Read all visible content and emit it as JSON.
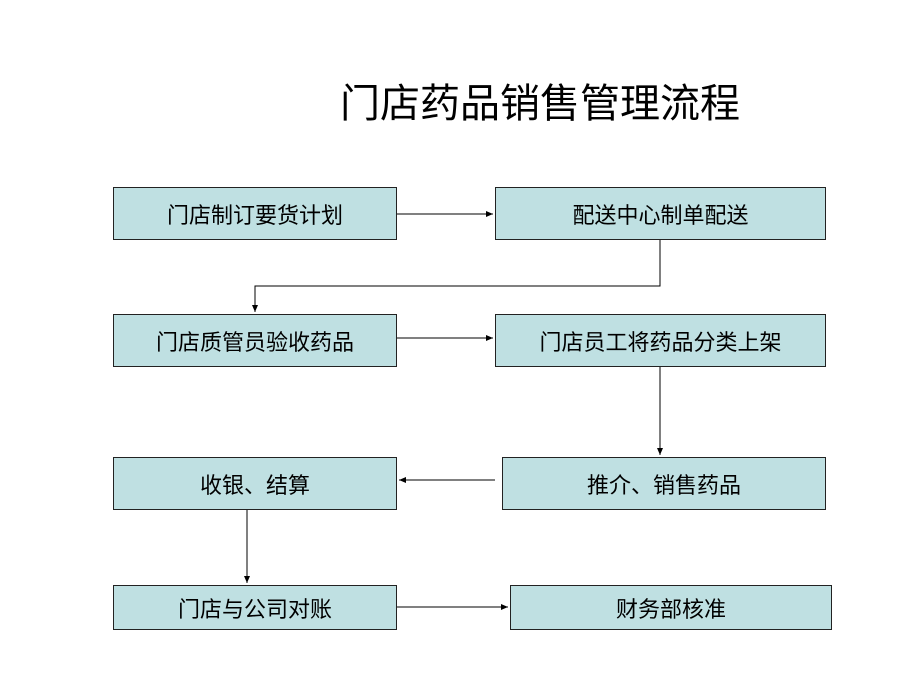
{
  "title": "门店药品销售管理流程",
  "steps": {
    "plan": "门店制订要货计划",
    "dispatch": "配送中心制单配送",
    "inspect": "门店质管员验收药品",
    "shelve": "门店员工将药品分类上架",
    "sell": "推介、销售药品",
    "checkout": "收银、结算",
    "reconcile": "门店与公司对账",
    "audit": "财务部核准"
  },
  "colors": {
    "box_fill": "#bfe0e2",
    "border": "#222222"
  }
}
